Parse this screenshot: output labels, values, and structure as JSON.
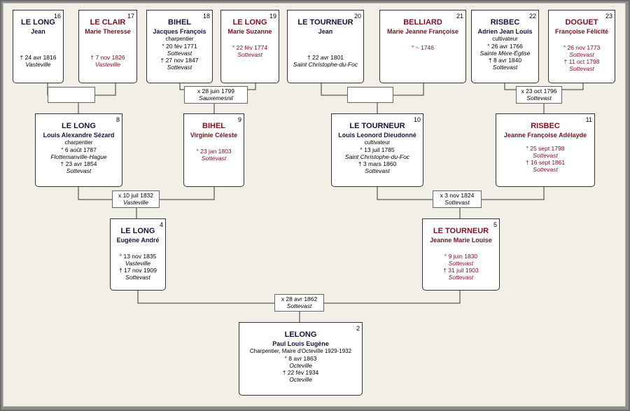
{
  "persons": {
    "p16": {
      "num": "16",
      "surname": "LE LONG",
      "given": "Jean",
      "occupation": "",
      "birth": "",
      "birth_place": "",
      "death": "† 24 avr 1816",
      "death_place": "Vasteville"
    },
    "p17": {
      "num": "17",
      "surname": "LE CLAIR",
      "given": "Marie Theresse",
      "occupation": "",
      "birth": "",
      "birth_place": "",
      "death": "† 7 nov 1826",
      "death_place": "Vasteville"
    },
    "p18": {
      "num": "18",
      "surname": "BIHEL",
      "given": "Jacques François",
      "occupation": "charpentier",
      "birth": "° 20 fév 1771",
      "birth_place": "Sottevast",
      "death": "† 27 nov 1847",
      "death_place": "Sottevast"
    },
    "p19": {
      "num": "19",
      "surname": "LE LONG",
      "given": "Marie Suzanne",
      "occupation": "",
      "birth": "° 22 fév 1774",
      "birth_place": "Sottevast",
      "death": "",
      "death_place": ""
    },
    "p20": {
      "num": "20",
      "surname": "LE TOURNEUR",
      "given": "Jean",
      "occupation": "",
      "birth": "",
      "birth_place": "",
      "death": "† 22 avr 1801",
      "death_place": "Saint Christophe-du-Foc"
    },
    "p21": {
      "num": "21",
      "surname": "BELLIARD",
      "given": "Marie Jeanne Françoise",
      "occupation": "",
      "birth": "° ~ 1746",
      "birth_place": "",
      "death": "",
      "death_place": ""
    },
    "p22": {
      "num": "22",
      "surname": "RISBEC",
      "given": "Adrien Jean Louis",
      "occupation": "cultivateur",
      "birth": "° 26 avr 1766",
      "birth_place": "Sainte Mère-Église",
      "death": "† 8 avr 1840",
      "death_place": "Sottevast"
    },
    "p23": {
      "num": "23",
      "surname": "DOGUET",
      "given": "Françoise Félicité",
      "occupation": "",
      "birth": "° 26 nov 1773",
      "birth_place": "Sottevast",
      "death": "† 11 oct 1798",
      "death_place": "Sottevast"
    },
    "p8": {
      "num": "8",
      "surname": "LE LONG",
      "given": "Louis Alexandre Sézard",
      "occupation": "charpentier",
      "birth": "° 6 août 1787",
      "birth_place": "Flottemanville-Hague",
      "death": "† 23 avr 1854",
      "death_place": "Sottevast"
    },
    "p9": {
      "num": "9",
      "surname": "BIHEL",
      "given": "Virginie Céleste",
      "occupation": "",
      "birth": "° 23 jan 1803",
      "birth_place": "Sottevast",
      "death": "",
      "death_place": ""
    },
    "p10": {
      "num": "10",
      "surname": "LE TOURNEUR",
      "given": "Louis Leonord Dieudonné",
      "occupation": "cultivateur",
      "birth": "° 13 juil 1785",
      "birth_place": "Saint Christophe-du-Foc",
      "death": "† 3 mars 1860",
      "death_place": "Sottevast"
    },
    "p11": {
      "num": "11",
      "surname": "RISBEC",
      "given": "Jeanne Françoise Adélayde",
      "occupation": "",
      "birth": "° 25 sept 1798",
      "birth_place": "Sottevast",
      "death": "† 16 sept 1861",
      "death_place": "Sottevast"
    },
    "p4": {
      "num": "4",
      "surname": "LE LONG",
      "given": "Eugène André",
      "occupation": "",
      "birth": "° 13 nov 1835",
      "birth_place": "Vasteville",
      "death": "† 17 nov 1909",
      "death_place": "Sottevast"
    },
    "p5": {
      "num": "5",
      "surname": "LE TOURNEUR",
      "given": "Jeanne Marie Louise",
      "occupation": "",
      "birth": "° 9 juin 1830",
      "birth_place": "Sottevast",
      "death": "† 31 juil 1903",
      "death_place": "Sottevast"
    },
    "p2": {
      "num": "2",
      "surname": "LELONG",
      "given": "Paul Louis Eugène",
      "occupation": "Charpentier, Maire d'Octeville 1929-1932",
      "birth": "° 8 avr 1863",
      "birth_place": "Octeville",
      "death": "† 22 fév 1934",
      "death_place": "Octeville"
    }
  },
  "marriages": {
    "m8": {
      "date": "",
      "place": ""
    },
    "m9": {
      "date": "x 28 juin 1799",
      "place": "Sauxemesnil"
    },
    "m10": {
      "date": "",
      "place": ""
    },
    "m11": {
      "date": "x 23 oct 1796",
      "place": "Sottevast"
    },
    "m4": {
      "date": "x 10 juil 1832",
      "place": "Vasteville"
    },
    "m5": {
      "date": "x 3 nov 1824",
      "place": "Sottevast"
    },
    "m2": {
      "date": "x 28 avr 1862",
      "place": "Sottevast"
    }
  },
  "colors": {
    "male_text": "#14143c",
    "female_text": "#7a1020",
    "background": "#f2f0e6",
    "line": "#333333"
  }
}
